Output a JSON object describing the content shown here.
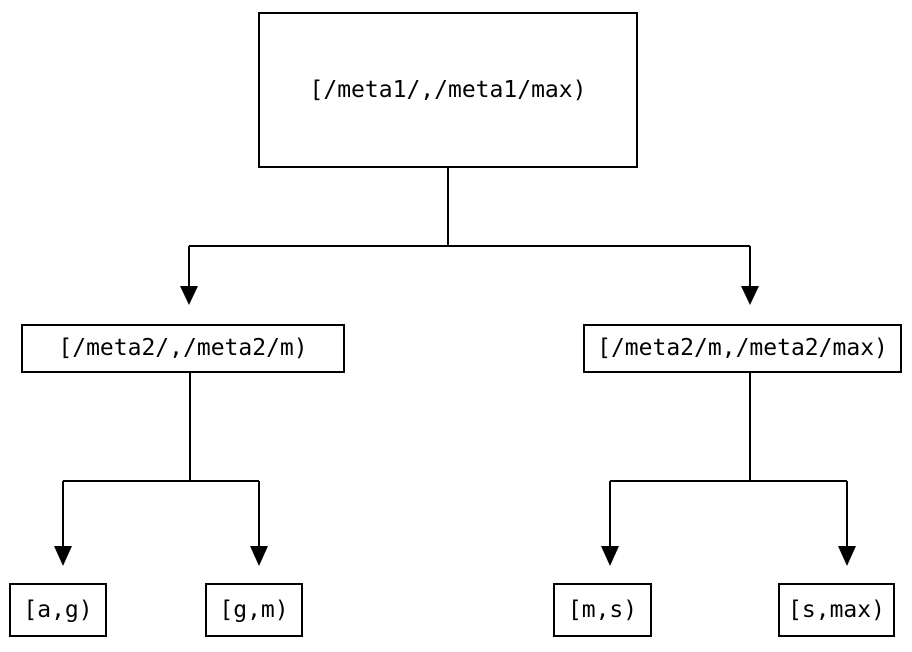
{
  "diagram": {
    "type": "binary-interval-tree",
    "background_color": "#ffffff",
    "stroke_color": "#000000",
    "stroke_width": 2,
    "nodes": {
      "root": {
        "label": "[/meta1/,/meta1/max)",
        "level": 0
      },
      "level2_left": {
        "label": "[/meta2/,/meta2/m)",
        "level": 1
      },
      "level2_right": {
        "label": "[/meta2/m,/meta2/max)",
        "level": 1
      },
      "leaf_ag": {
        "label": "[a,g)",
        "level": 2
      },
      "leaf_gm": {
        "label": "[g,m)",
        "level": 2
      },
      "leaf_ms": {
        "label": "[m,s)",
        "level": 2
      },
      "leaf_smax": {
        "label": "[s,max)",
        "level": 2
      }
    },
    "edges": [
      {
        "from": "root",
        "to": "level2_left",
        "arrow": "down-triangle"
      },
      {
        "from": "root",
        "to": "level2_right",
        "arrow": "down-triangle"
      },
      {
        "from": "level2_left",
        "to": "leaf_ag",
        "arrow": "down-triangle"
      },
      {
        "from": "level2_left",
        "to": "leaf_gm",
        "arrow": "down-triangle"
      },
      {
        "from": "level2_right",
        "to": "leaf_ms",
        "arrow": "down-triangle"
      },
      {
        "from": "level2_right",
        "to": "leaf_smax",
        "arrow": "down-triangle"
      }
    ]
  }
}
